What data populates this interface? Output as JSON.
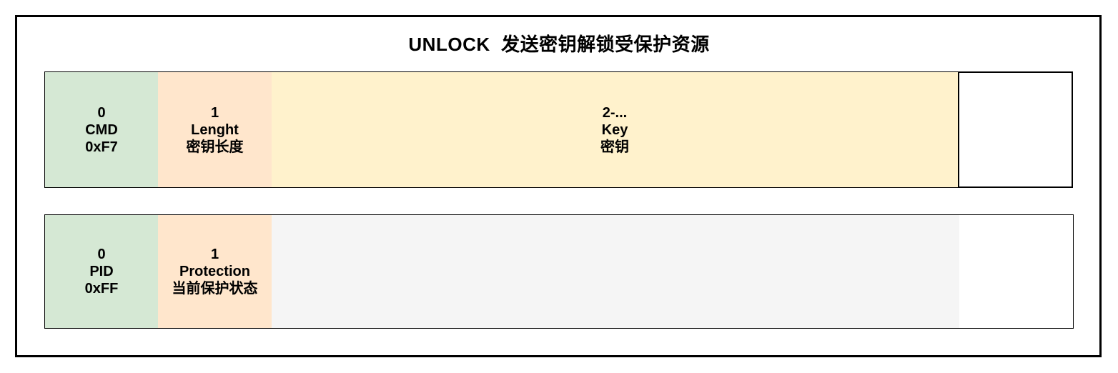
{
  "title": "UNLOCK  发送密钥解锁受保护资源",
  "colors": {
    "field-green": "#d5e8d4",
    "field-orange": "#ffe6cc",
    "field-yellow": "#fff2cc",
    "field-gray": "#f5f5f5",
    "stroke": "#000000",
    "bg": "#ffffff"
  },
  "rows": [
    {
      "fields": [
        {
          "offset": "0",
          "name": "CMD",
          "desc": "0xF7",
          "color": "#d5e8d4"
        },
        {
          "offset": "1",
          "name": "Lenght",
          "desc": "密钥长度",
          "color": "#ffe6cc"
        },
        {
          "offset": "2-...",
          "name": "Key",
          "desc": "密钥",
          "color": "#fff2cc"
        },
        {
          "offset": "",
          "name": "",
          "desc": "",
          "color": "#ffffff"
        }
      ]
    },
    {
      "fields": [
        {
          "offset": "0",
          "name": "PID",
          "desc": "0xFF",
          "color": "#d5e8d4"
        },
        {
          "offset": "1",
          "name": "Protection",
          "desc": "当前保护状态",
          "color": "#ffe6cc"
        },
        {
          "offset": "",
          "name": "",
          "desc": "",
          "color": "#f5f5f5"
        },
        {
          "offset": "",
          "name": "",
          "desc": "",
          "color": "#ffffff"
        }
      ]
    }
  ]
}
